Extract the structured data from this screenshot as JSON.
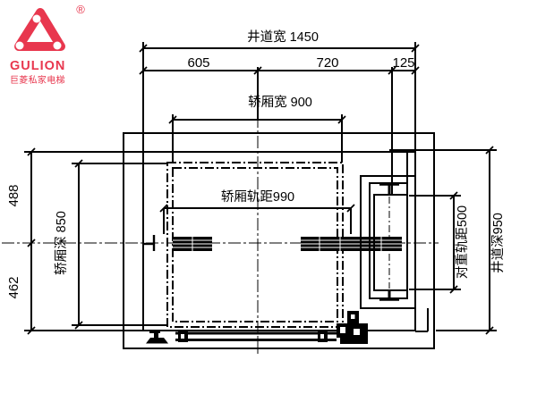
{
  "logo": {
    "brand": "GULION",
    "registered": "®",
    "tagline": "巨菱私家电梯"
  },
  "dimensions": {
    "shaft_width_label": "井道宽 1450",
    "seg_left": "605",
    "seg_mid": "720",
    "seg_right": "125",
    "car_width_label": "轿厢宽 900",
    "car_rail_gauge_label": "轿厢轨距990",
    "depth_top": "488",
    "car_depth_label": "轿厢深 850",
    "depth_bottom": "462",
    "cwt_rail_gauge_label": "对重轨距500",
    "shaft_depth_label": "井道深950"
  }
}
